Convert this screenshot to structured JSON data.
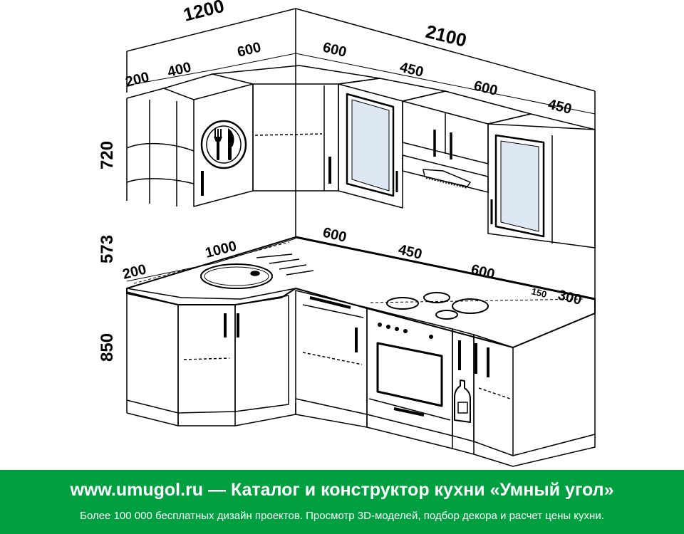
{
  "dimensions": {
    "top_left_total": "1200",
    "top_right_total": "2100",
    "upper_left_200": "200",
    "upper_left_400": "400",
    "upper_left_600": "600",
    "upper_right_600": "600",
    "upper_right_450a": "450",
    "upper_right_600b": "600",
    "upper_right_450b": "450",
    "height_upper": "720",
    "height_gap": "573",
    "height_base": "850",
    "base_left_200": "200",
    "base_left_1000": "1000",
    "base_right_600": "600",
    "base_right_450": "450",
    "base_right_600b": "600",
    "base_right_150": "150",
    "base_right_300": "300"
  },
  "banner": {
    "title": "www.umugol.ru — Каталог и конструктор кухни «Умный угол»",
    "subtitle": "Более 100 000 бесплатных дизайн проектов. Просмотр 3D-моделей, подбор декора и расчет цены кухни.",
    "background": "#00a040",
    "text_color": "#ffffff"
  }
}
